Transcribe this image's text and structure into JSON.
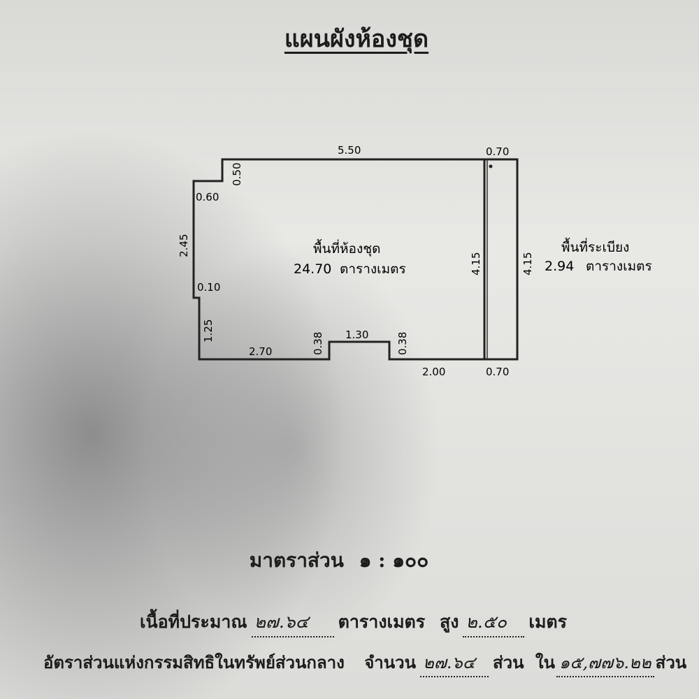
{
  "document": {
    "title": "แผนผังห้องชุด",
    "room": {
      "label": "พื้นที่ห้องชุด",
      "area": "24.70",
      "unit": "ตารางเมตร"
    },
    "balcony": {
      "label": "พื้นที่ระเบียง",
      "area": "2.94",
      "unit": "ตารางเมตร"
    },
    "dimensions": {
      "top_main": "5.50",
      "top_balcony": "0.70",
      "notch_vertical": "0.50",
      "notch_horizontal": "0.60",
      "left_upper": "2.45",
      "step_small": "0.10",
      "left_lower": "1.25",
      "bottom_left": "2.70",
      "recess_left": "0.38",
      "recess_width": "1.30",
      "recess_right": "0.38",
      "bottom_right": "2.00",
      "bottom_balcony": "0.70",
      "right_room": "4.15",
      "right_balcony": "4.15"
    },
    "scale": {
      "label": "มาตราส่วน",
      "value": "๑ : ๑๐๐"
    },
    "approx_area": {
      "label": "เนื้อที่ประมาณ",
      "value": "๒๗.๖๔",
      "unit": "ตารางเมตร",
      "height_label": "สูง",
      "height_value": "๒.๕๐",
      "height_unit": "เมตร"
    },
    "ownership_ratio": {
      "label": "อัตราส่วนแห่งกรรมสิทธิในทรัพย์ส่วนกลาง",
      "amount_label": "จำนวน",
      "amount_value": "๒๗.๖๔",
      "parts_label": "ส่วน",
      "in_label": "ใน",
      "total_value": "๑๕,๗๗๖.๒๒",
      "total_unit": "ส่วน"
    }
  }
}
